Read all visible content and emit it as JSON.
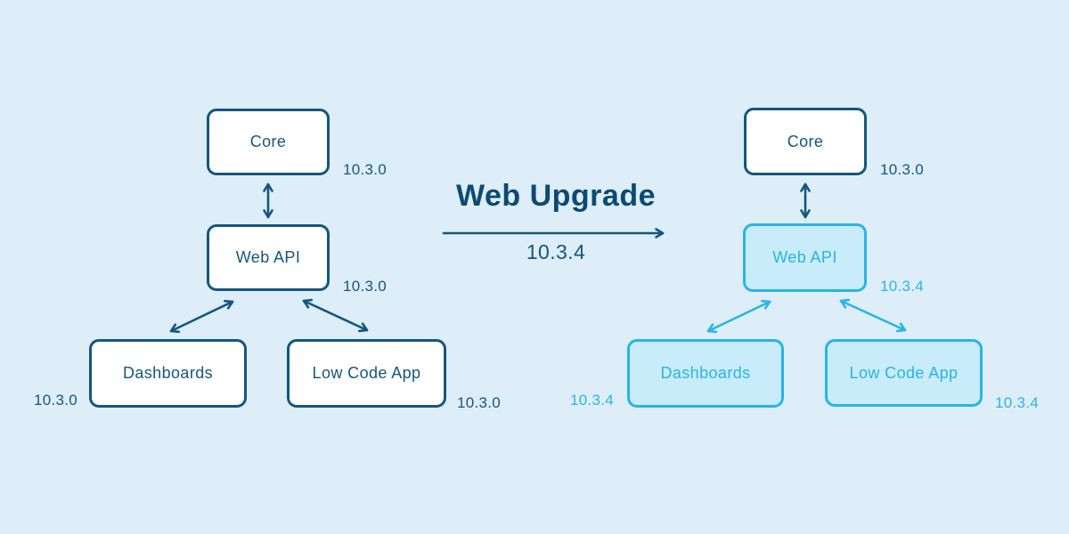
{
  "colors": {
    "background": "#DDEEF9",
    "navy": "#15567E",
    "navy_dark": "#0D4A73",
    "cyan": "#29B4E8",
    "cyan_fill": "#C8ECFA",
    "box_fill": "#FFFFFF"
  },
  "center": {
    "title": "Web Upgrade",
    "version": "10.3.4"
  },
  "before": {
    "core": {
      "label": "Core",
      "version": "10.3.0"
    },
    "web_api": {
      "label": "Web API",
      "version": "10.3.0"
    },
    "dashboards": {
      "label": "Dashboards",
      "version": "10.3.0"
    },
    "low_code_app": {
      "label": "Low Code App",
      "version": "10.3.0"
    }
  },
  "after": {
    "core": {
      "label": "Core",
      "version": "10.3.0"
    },
    "web_api": {
      "label": "Web API",
      "version": "10.3.4"
    },
    "dashboards": {
      "label": "Dashboards",
      "version": "10.3.4"
    },
    "low_code_app": {
      "label": "Low Code App",
      "version": "10.3.4"
    }
  }
}
